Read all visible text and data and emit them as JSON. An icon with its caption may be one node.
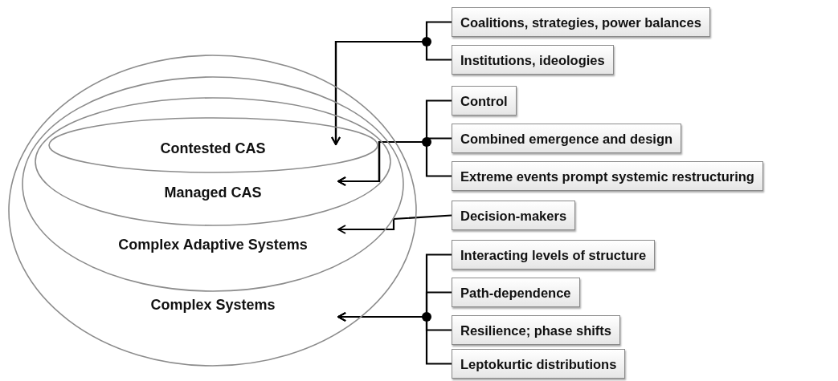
{
  "diagram": {
    "nodes": [
      {
        "text": [
          "Complex Systems"
        ]
      },
      {
        "text": [
          "Complex Adaptive Systems"
        ],
        "in": 0
      },
      {
        "text": [
          "Managed CAS"
        ],
        "in": 1
      },
      {
        "text": [
          "Contested CAS"
        ],
        "in": 2
      },
      {
        "text": [
          "Coalitions, strategies, power balances"
        ]
      },
      {
        "text": [
          "Institutions, ideologies"
        ]
      },
      {
        "text": [
          "Control"
        ]
      },
      {
        "text": [
          "Combined emergence and design"
        ]
      },
      {
        "text": [
          "Extreme events prompt systemic restructuring"
        ]
      },
      {
        "text": [
          "Decision-makers"
        ]
      },
      {
        "text": [
          "Interacting levels of structure"
        ]
      },
      {
        "text": [
          "Path-dependence"
        ]
      },
      {
        "text": [
          "Resilience; phase shifts"
        ]
      },
      {
        "text": [
          "Leptokurtic distributions"
        ]
      }
    ],
    "edges": [
      {
        "from": 4,
        "to": 3,
        "arrow": "to"
      },
      {
        "from": 5,
        "to": 3,
        "arrow": "to"
      },
      {
        "from": 6,
        "to": 2,
        "arrow": "to"
      },
      {
        "from": 7,
        "to": 2,
        "arrow": "to"
      },
      {
        "from": 8,
        "to": 2,
        "arrow": "to"
      },
      {
        "from": 9,
        "to": 1,
        "arrow": "to"
      },
      {
        "from": 10,
        "to": 0,
        "arrow": "to"
      },
      {
        "from": 11,
        "to": 0,
        "arrow": "to"
      },
      {
        "from": 12,
        "to": 0,
        "arrow": "to"
      },
      {
        "from": 13,
        "to": 0,
        "arrow": "to"
      }
    ]
  }
}
